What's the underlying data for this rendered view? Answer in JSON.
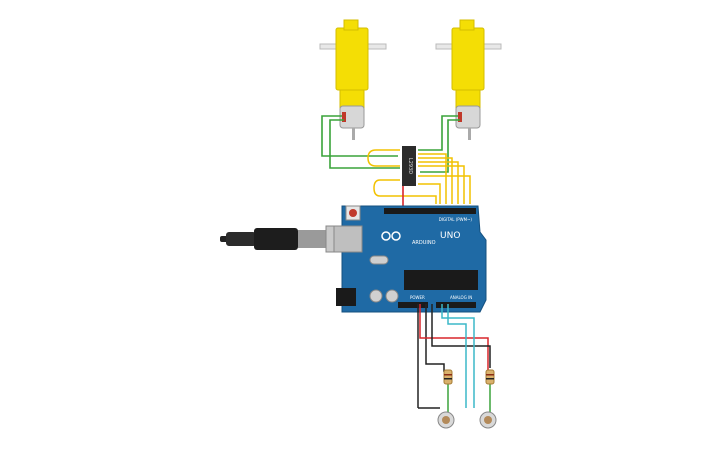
{
  "board": {
    "brand": "ARDUINO",
    "model": "UNO",
    "header_digital": "DIGITAL (PWM~)",
    "header_analog": "ANALOG IN",
    "header_power": "POWER",
    "chip_label": "L293D",
    "color": "#1f6aa5"
  },
  "colors": {
    "motor_yellow": "#f4de05",
    "wire_green": "#3aa33a",
    "wire_yellow": "#f2c200",
    "wire_red": "#d8262c",
    "wire_black": "#222222",
    "wire_cyan": "#3cb8c8",
    "resistor": "#d9b16c"
  },
  "components": {
    "motor_left": "dc-motor",
    "motor_right": "dc-motor",
    "driver": "motor-driver-ic",
    "usb": "usb-cable",
    "resistor_left": "resistor",
    "resistor_right": "resistor",
    "sensor_left": "photoresistor",
    "sensor_right": "photoresistor"
  }
}
